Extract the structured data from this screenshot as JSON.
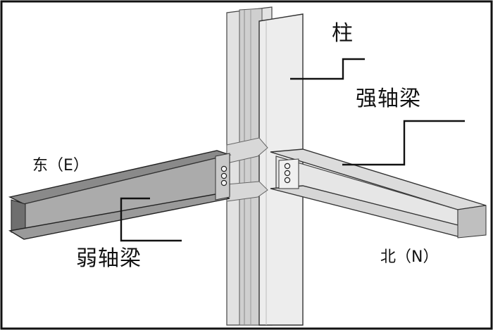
{
  "labels": {
    "column": "柱",
    "strong_axis_beam": "强轴梁",
    "weak_axis_beam": "弱轴梁",
    "east": "东（E）",
    "north": "北（N）"
  },
  "colors": {
    "background": "#ffffff",
    "border": "#111111",
    "column_face": "#ececec",
    "column_shadow": "#cfcfcf",
    "weak_beam_top": "#8a8a8a",
    "weak_beam_web": "#a9a9a9",
    "strong_beam_top": "#dadada",
    "strong_beam_web": "#e4e4e4",
    "leader_line": "#111111"
  },
  "icons": {
    "bolt": "bolt-circle"
  }
}
